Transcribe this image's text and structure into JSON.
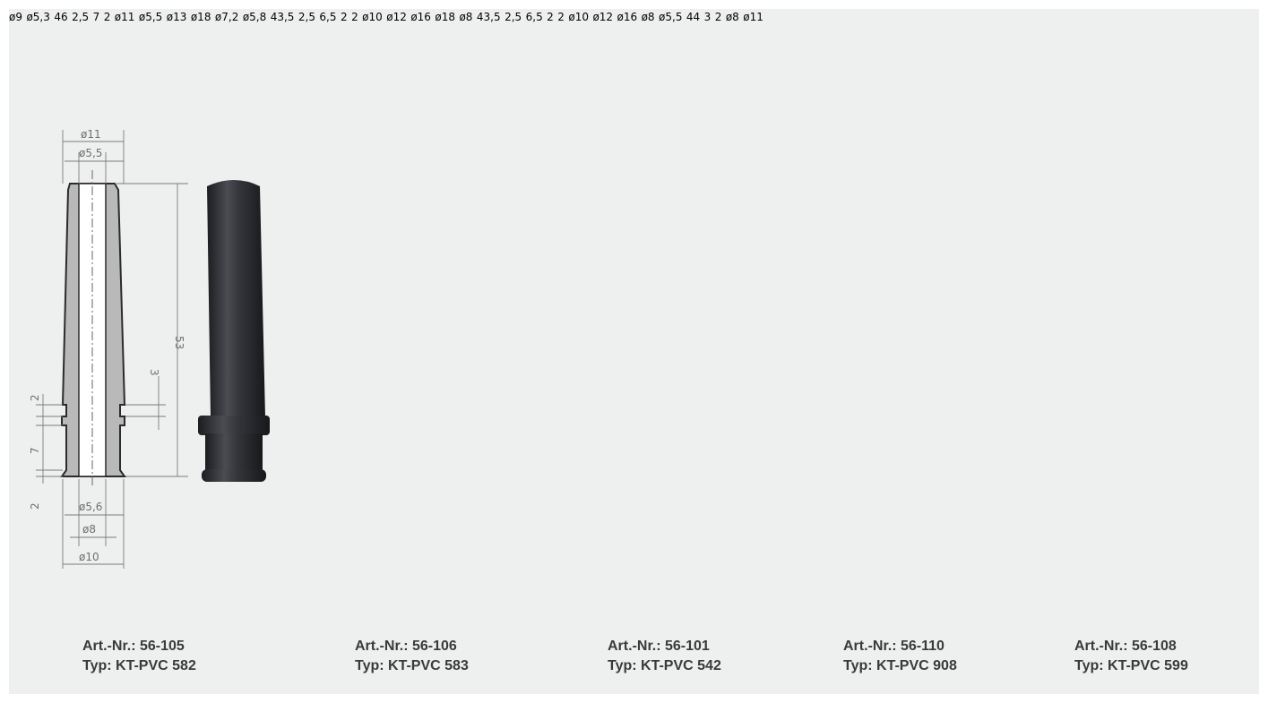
{
  "products": [
    {
      "art_label": "Art.-Nr.: 56-105",
      "typ_label": "Typ: KT-PVC 582",
      "dims": [
        "ø11",
        "ø5,5",
        "53",
        "3",
        "2",
        "7",
        "2",
        "ø5,6",
        "ø8",
        "ø10"
      ]
    },
    {
      "art_label": "Art.-Nr.: 56-106",
      "typ_label": "Typ: KT-PVC 583",
      "dims": [
        "ø9",
        "ø5,3",
        "46",
        "2,5",
        "7",
        "2",
        "ø11",
        "ø5,5",
        "ø13"
      ]
    },
    {
      "art_label": "Art.-Nr.: 56-101",
      "typ_label": "Typ: KT-PVC 542",
      "dims": [
        "ø18",
        "ø7,2",
        "ø5,8",
        "43,5",
        "2,5",
        "6,5",
        "2",
        "2",
        "ø10",
        "ø12",
        "ø16"
      ]
    },
    {
      "art_label": "Art.-Nr.: 56-110",
      "typ_label": "Typ: KT-PVC 908",
      "dims": [
        "ø18",
        "ø8",
        "43,5",
        "2,5",
        "6,5",
        "2",
        "2",
        "ø10",
        "ø12",
        "ø16"
      ]
    },
    {
      "art_label": "Art.-Nr.: 56-108",
      "typ_label": "Typ: KT-PVC 599",
      "dims": [
        "ø8",
        "ø5,5",
        "44",
        "3",
        "2",
        "ø8",
        "ø11"
      ]
    }
  ],
  "colors": {
    "background": "#eef0ef",
    "section_fill": "#b9b9b9",
    "outline": "#2b2b2b",
    "dimension_line": "#7a7a7a",
    "rubber": "#2a2c30",
    "caption_text": "#3a3a3a"
  }
}
